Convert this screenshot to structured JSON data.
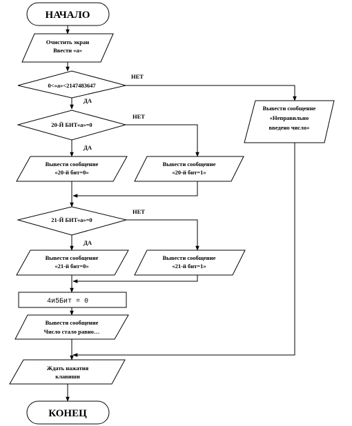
{
  "flowchart": {
    "start": "НАЧАЛО",
    "end": "КОНЕЦ",
    "step_clear": [
      "Очистить экран",
      "Ввести «а»"
    ],
    "decision_range": "0<«а»<2147483647",
    "msg_invalid": [
      "Вывести сообщение",
      "«Неправильно",
      "введено число»"
    ],
    "decision_bit20": "20-Й БИТ«а»=0",
    "msg_bit20_0": [
      "Вывести сообщение",
      "«20-й бит=0»"
    ],
    "msg_bit20_1": [
      "Вывести сообщение",
      "«20-й бит=1»"
    ],
    "decision_bit21": "21-Й БИТ«а»=0",
    "msg_bit21_0": [
      "Вывести сообщение",
      "«21-й бит=0»"
    ],
    "msg_bit21_1": [
      "Вывести сообщение",
      "«21-й бит=1»"
    ],
    "process_assign": "4и5Бит = 0",
    "msg_result": [
      "Вывести сообщение",
      "Число стало равно…"
    ],
    "wait_key": [
      "Ждать нажатия",
      "клавиши"
    ],
    "label_yes": "ДА",
    "label_no": "НЕТ"
  }
}
